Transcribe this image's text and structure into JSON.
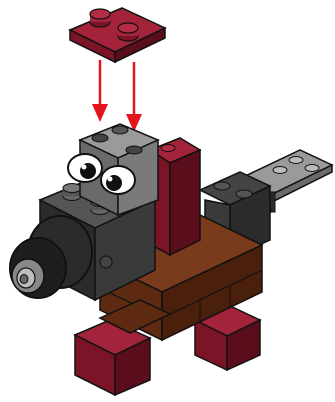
{
  "scene": {
    "colors": {
      "dark_red": "#7a1426",
      "dark_red_light": "#a3243a",
      "brown": "#5e2a12",
      "brown_light": "#7a3a1c",
      "dark_gray": "#2b2b2b",
      "mid_gray": "#5a5a5a",
      "light_gray": "#9a9a9a",
      "arrow_red": "#e3141b",
      "eye_white": "#ffffff",
      "background": "#ffffff"
    },
    "arrows": 2,
    "eyes": 2,
    "legs": 4
  }
}
